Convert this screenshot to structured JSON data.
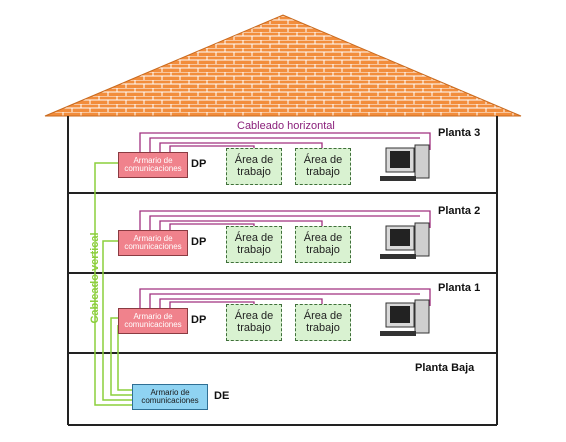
{
  "labels": {
    "horizontal_cabling": "Cableado horizontal",
    "vertical_cabling": "Cableado vertical",
    "dp": "DP",
    "de": "DE",
    "wiring_closet": "Armario de\ncomunicaciones",
    "work_area": "Área de\ntrabajo"
  },
  "floors": [
    {
      "name": "Planta 3"
    },
    {
      "name": "Planta 2"
    },
    {
      "name": "Planta 1"
    },
    {
      "name": "Planta Baja"
    }
  ],
  "colors": {
    "roof": "#f28d3c",
    "roof_lines": "#ffffff",
    "horizontal_cable": "#a0307f",
    "vertical_cable": "#8ccf3c",
    "closet_dp": "#f0828c",
    "closet_de": "#8fd3f2",
    "work_area": "#d9f2d1"
  }
}
